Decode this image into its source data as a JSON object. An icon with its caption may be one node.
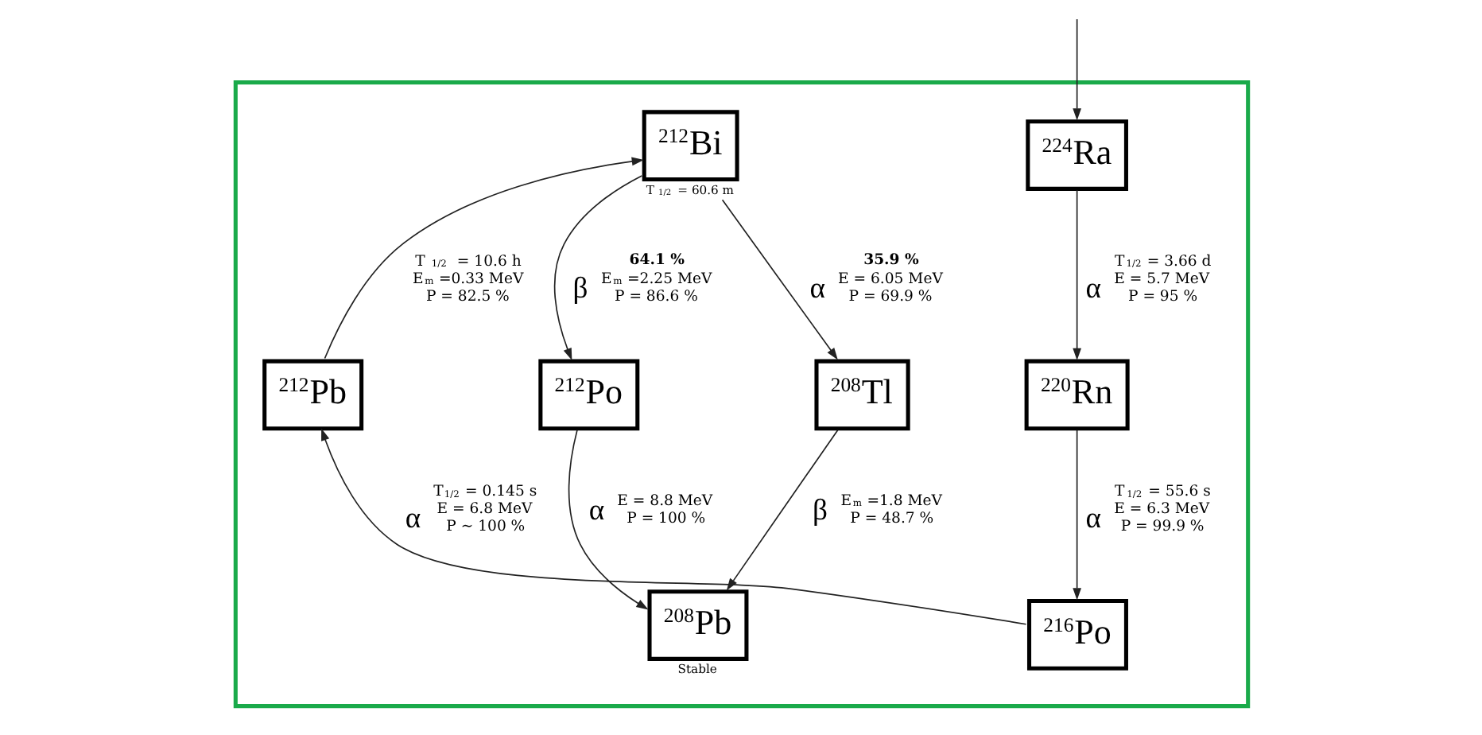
{
  "diagram": {
    "nodes": [
      {
        "text": [],
        "shape": "box"
      },
      {
        "text": [
          "$^{224}$Ra"
        ],
        "in": 0
      },
      {
        "text": [
          "$^{220}$Rn"
        ],
        "in": 0
      },
      {
        "text": [
          "$^{216}$Po"
        ],
        "in": 0
      },
      {
        "text": [
          "$^{212}$Pb"
        ],
        "in": 0
      },
      {
        "text": [
          "$^{212}$Bi"
        ],
        "beside": [
          "T$_{1/2}$ = 60.6 m"
        ],
        "in": 0
      },
      {
        "text": [
          "$^{212}$Po"
        ],
        "in": 0
      },
      {
        "text": [
          "$^{208}$Tl"
        ],
        "in": 0
      },
      {
        "text": [
          "$^{208}$Pb"
        ],
        "beside": [
          "Stable"
        ],
        "in": 0
      }
    ],
    "edges": [
      {
        "from": null,
        "to": 1,
        "arrow": "to"
      },
      {
        "from": 1,
        "to": 2,
        "arrow": "to",
        "label": "α"
      },
      {
        "from": 2,
        "to": 3,
        "arrow": "to",
        "label": "α"
      },
      {
        "from": 3,
        "to": 4,
        "arrow": "to",
        "label": "α"
      },
      {
        "from": 4,
        "to": 5,
        "arrow": "to"
      },
      {
        "from": 5,
        "to": 6,
        "arrow": "to",
        "label": "β"
      },
      {
        "from": 5,
        "to": 7,
        "arrow": "to",
        "label": "α"
      },
      {
        "from": 6,
        "to": 8,
        "arrow": "to",
        "label": "α"
      },
      {
        "from": 7,
        "to": 8,
        "arrow": "to",
        "label": "β"
      }
    ],
    "labels": [
      "T$_{1/2}$ = 3.66 d",
      "E = 5.7 MeV",
      "P = 95 %",
      "T$_{1/2}$ = 55.6 s",
      "E = 6.3 MeV",
      "P = 99.9 %",
      "T$_{1/2}$ = 0.145 s",
      "E = 6.8 MeV",
      "P ~ 100 %",
      "T$_{1/2}$ = 10.6 h",
      "E$_{m}$ =0.33 MeV",
      "P = 82.5 %",
      "64.1 %",
      "35.9 %",
      "E$_{m}$ =2.25 MeV",
      "P = 86.6 %",
      "E = 6.05 MeV",
      "P = 69.9 %",
      "E = 8.8 MeV",
      "P = 100 %",
      "E$_{m}$ =1.8 MeV",
      "P = 48.7 %"
    ]
  }
}
